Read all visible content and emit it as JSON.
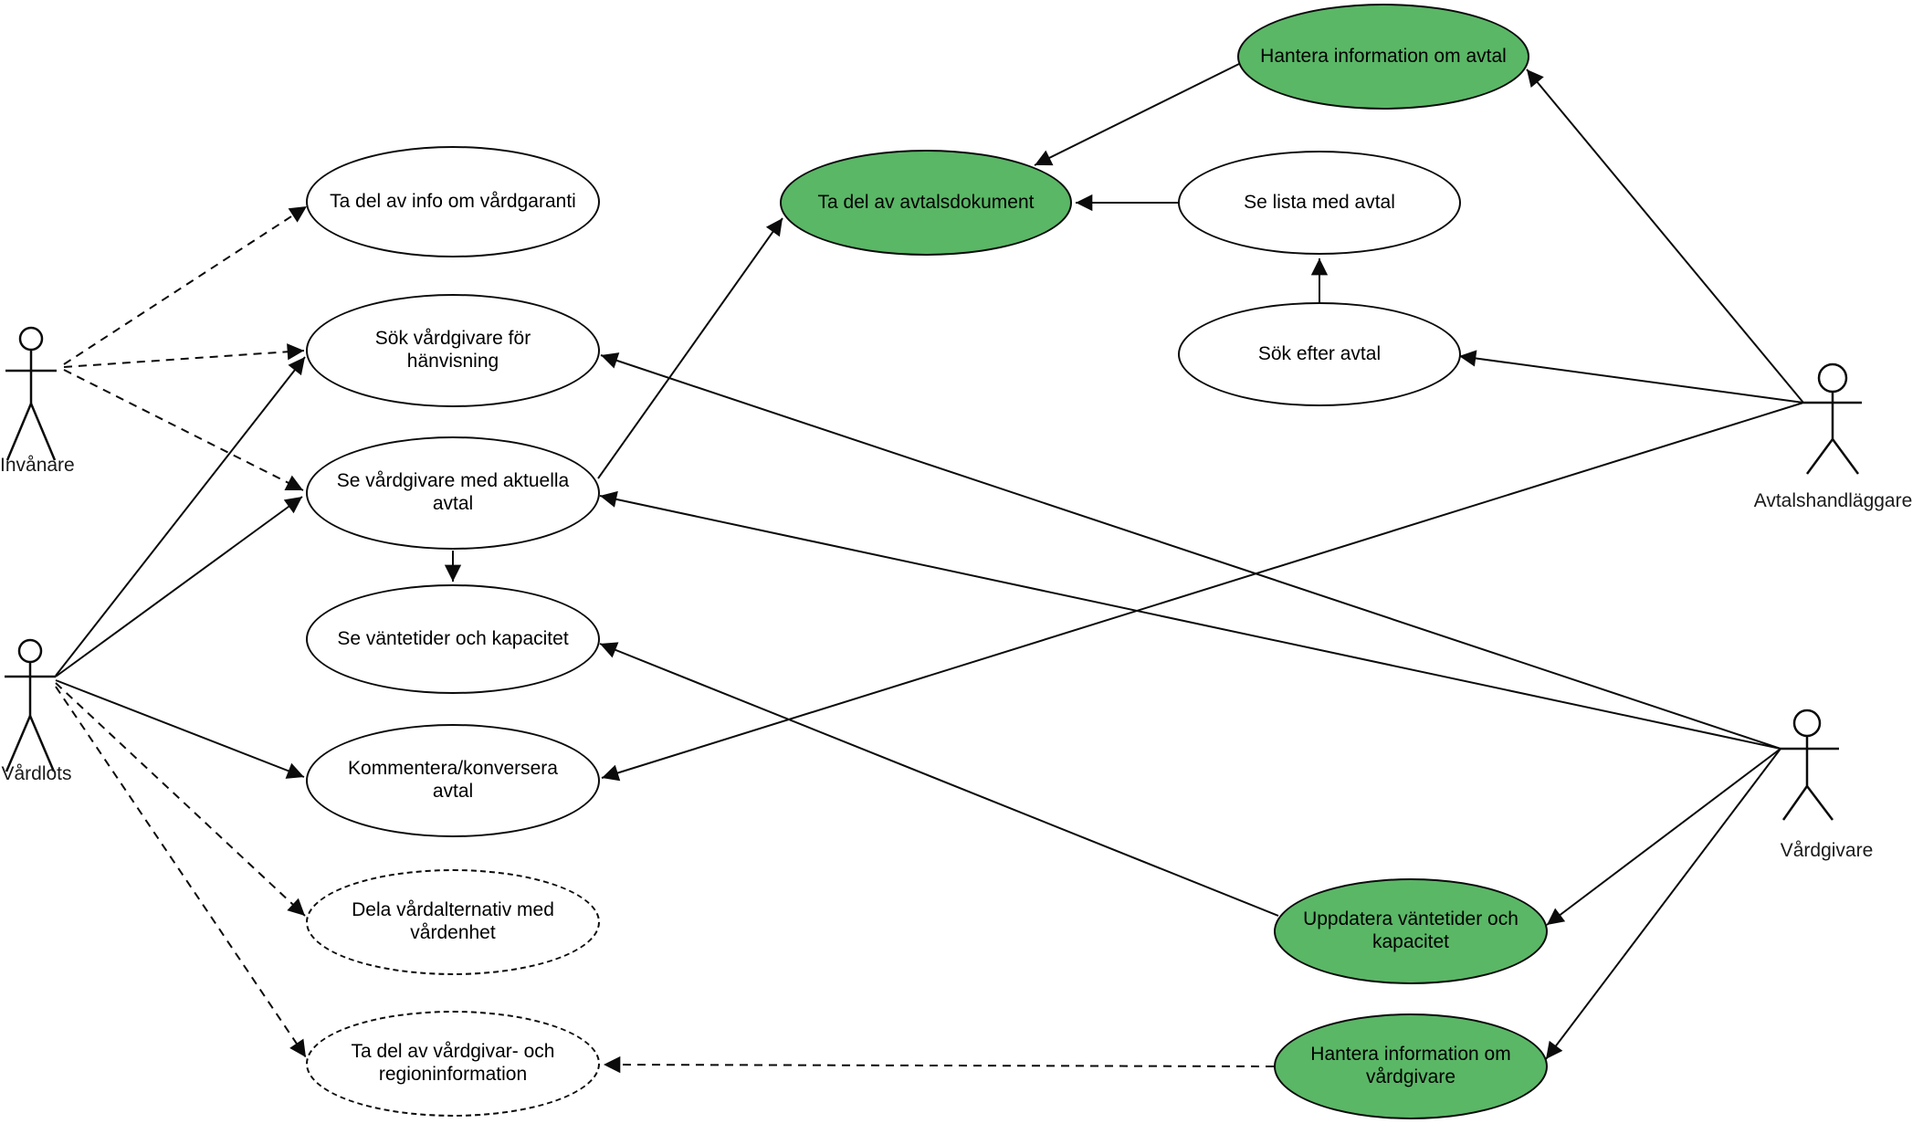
{
  "diagram": {
    "type": "uml-use-case-diagram",
    "background_color": "#ffffff",
    "highlight_color": "#5ab766",
    "stroke_color": "#0b0b0b"
  },
  "actors": [
    {
      "name": "Invånare"
    },
    {
      "name": "Vårdlots"
    },
    {
      "name": "Avtalshandläggare"
    },
    {
      "name": "Vårdgivare"
    }
  ],
  "use_cases": [
    {
      "label": "Ta del av info om vårdgaranti",
      "fill": "white",
      "border": "solid"
    },
    {
      "label": "Sök vårdgivare för hänvisning",
      "fill": "white",
      "border": "solid"
    },
    {
      "label": "Se vårdgivare med aktuella avtal",
      "fill": "white",
      "border": "solid"
    },
    {
      "label": "Se väntetider och kapacitet",
      "fill": "white",
      "border": "solid"
    },
    {
      "label": "Kommentera/konversera avtal",
      "fill": "white",
      "border": "solid"
    },
    {
      "label": "Dela vårdalternativ med vårdenhet",
      "fill": "white",
      "border": "dashed"
    },
    {
      "label": "Ta del av vårdgivar- och regioninformation",
      "fill": "white",
      "border": "dashed"
    },
    {
      "label": "Hantera information om avtal",
      "fill": "green",
      "border": "solid"
    },
    {
      "label": "Ta del av avtalsdokument",
      "fill": "green",
      "border": "solid"
    },
    {
      "label": "Se lista med avtal",
      "fill": "white",
      "border": "solid"
    },
    {
      "label": "Sök efter avtal",
      "fill": "white",
      "border": "solid"
    },
    {
      "label": "Uppdatera väntetider och kapacitet",
      "fill": "green",
      "border": "solid"
    },
    {
      "label": "Hantera information om vårdgivare",
      "fill": "green",
      "border": "solid"
    }
  ],
  "relations": [
    {
      "from": "Invånare",
      "to": "Ta del av info om vårdgaranti",
      "style": "dashed",
      "arrow": "to"
    },
    {
      "from": "Invånare",
      "to": "Sök vårdgivare för hänvisning",
      "style": "dashed",
      "arrow": "to"
    },
    {
      "from": "Invånare",
      "to": "Se vårdgivare med aktuella avtal",
      "style": "dashed",
      "arrow": "to"
    },
    {
      "from": "Vårdlots",
      "to": "Sök vårdgivare för hänvisning",
      "style": "solid",
      "arrow": "to"
    },
    {
      "from": "Vårdlots",
      "to": "Se vårdgivare med aktuella avtal",
      "style": "solid",
      "arrow": "to"
    },
    {
      "from": "Vårdlots",
      "to": "Kommentera/konversera avtal",
      "style": "solid",
      "arrow": "to"
    },
    {
      "from": "Vårdlots",
      "to": "Dela vårdalternativ med vårdenhet",
      "style": "dashed",
      "arrow": "to"
    },
    {
      "from": "Vårdlots",
      "to": "Ta del av vårdgivar- och regioninformation",
      "style": "dashed",
      "arrow": "to"
    },
    {
      "from": "Avtalshandläggare",
      "to": "Hantera information om avtal",
      "style": "solid",
      "arrow": "to"
    },
    {
      "from": "Avtalshandläggare",
      "to": "Sök efter avtal",
      "style": "solid",
      "arrow": "to"
    },
    {
      "from": "Avtalshandläggare",
      "to": "Kommentera/konversera avtal",
      "style": "solid",
      "arrow": "to"
    },
    {
      "from": "Vårdgivare",
      "to": "Sök vårdgivare för hänvisning",
      "style": "solid",
      "arrow": "to"
    },
    {
      "from": "Vårdgivare",
      "to": "Se vårdgivare med aktuella avtal",
      "style": "solid",
      "arrow": "to"
    },
    {
      "from": "Vårdgivare",
      "to": "Uppdatera väntetider och kapacitet",
      "style": "solid",
      "arrow": "to"
    },
    {
      "from": "Vårdgivare",
      "to": "Hantera information om vårdgivare",
      "style": "solid",
      "arrow": "to"
    },
    {
      "from": "Hantera information om avtal",
      "to": "Ta del av avtalsdokument",
      "style": "solid",
      "arrow": "to"
    },
    {
      "from": "Se lista med avtal",
      "to": "Ta del av avtalsdokument",
      "style": "solid",
      "arrow": "to"
    },
    {
      "from": "Sök efter avtal",
      "to": "Se lista med avtal",
      "style": "solid",
      "arrow": "to"
    },
    {
      "from": "Se vårdgivare med aktuella avtal",
      "to": "Ta del av avtalsdokument",
      "style": "solid",
      "arrow": "to"
    },
    {
      "from": "Se vårdgivare med aktuella avtal",
      "to": "Se väntetider och kapacitet",
      "style": "solid",
      "arrow": "to"
    },
    {
      "from": "Uppdatera väntetider och kapacitet",
      "to": "Se väntetider och kapacitet",
      "style": "solid",
      "arrow": "to"
    },
    {
      "from": "Hantera information om vårdgivare",
      "to": "Ta del av vårdgivar- och regioninformation",
      "style": "dashed",
      "arrow": "to"
    }
  ]
}
